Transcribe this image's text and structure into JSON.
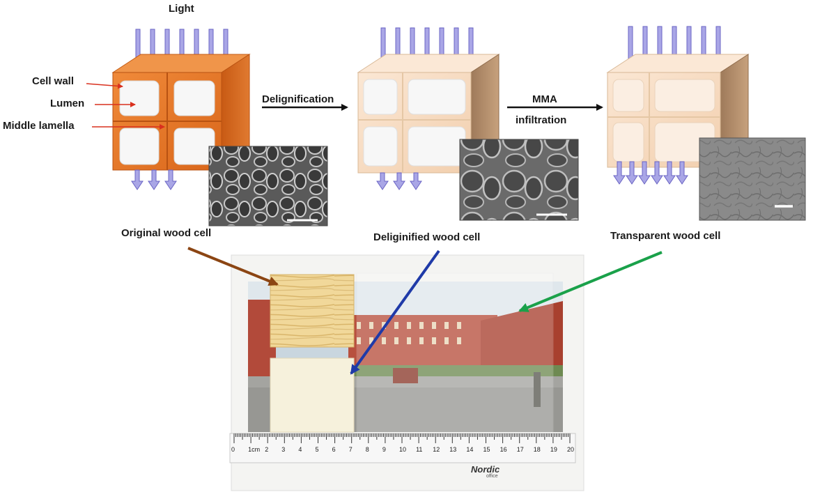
{
  "light_label": "Light",
  "labels": {
    "cell_wall": "Cell wall",
    "lumen": "Lumen",
    "middle_lamella": "Middle lamella"
  },
  "steps": {
    "step1": "Delignification",
    "step2_line1": "MMA",
    "step2_line2": "infiltration"
  },
  "captions": {
    "original": "Original wood cell",
    "delignified": "Deliginified wood cell",
    "transparent": "Transparent wood cell"
  },
  "ruler": {
    "unit_label": "1cm",
    "numbers": [
      "0",
      "",
      "2",
      "3",
      "4",
      "5",
      "6",
      "7",
      "8",
      "9",
      "10",
      "11",
      "12",
      "13",
      "14",
      "15",
      "16",
      "17",
      "18",
      "19",
      "20"
    ],
    "brand": "Nordic",
    "brand_sub": "office"
  },
  "colors": {
    "light_arrow": "#a9a6e6",
    "light_arrow_stroke": "#6a64c4",
    "original_wall": "#e8782a",
    "delignified_wall": "#f7dcc4",
    "original_arrow": "#8b4513",
    "delignified_arrow": "#1f3aa8",
    "transparent_arrow": "#1aa14a",
    "label_arrow": "#d9301e"
  }
}
